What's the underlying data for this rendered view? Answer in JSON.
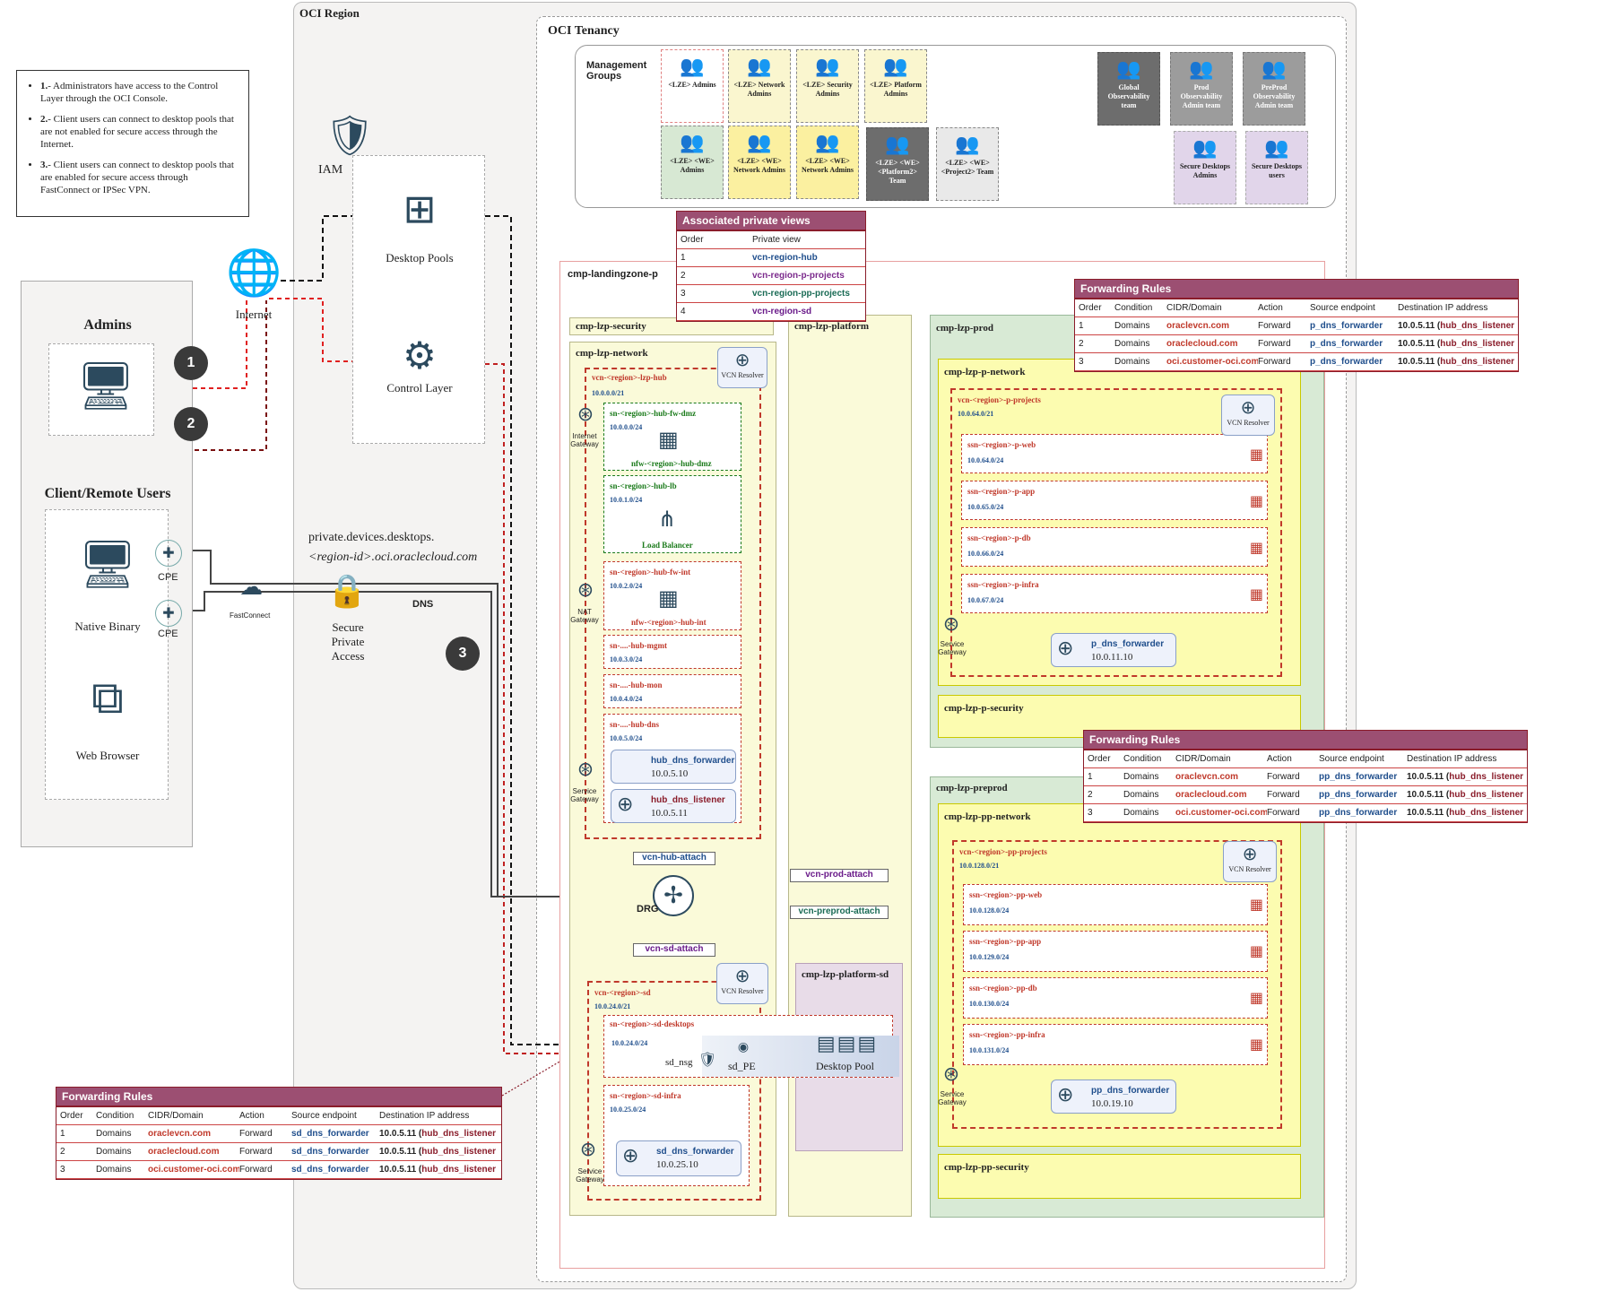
{
  "region": {
    "title": "OCI Region"
  },
  "tenancy": {
    "title": "OCI Tenancy"
  },
  "legend": [
    {
      "num": "1.",
      "text": "- Administrators have access to the Control Layer through the OCI Console."
    },
    {
      "num": "2.",
      "text": "- Client users can connect to desktop pools that are not enabled for secure access through the Internet."
    },
    {
      "num": "3.",
      "text": "- Client users can connect to desktop pools that are enabled for secure access through FastConnect or IPSec VPN."
    }
  ],
  "mgmt": {
    "title": "Management Groups",
    "groups": [
      {
        "label": "<LZE> Admins",
        "bg": "#ffffff",
        "border": "#e08080"
      },
      {
        "label": "<LZE> Network Admins",
        "bg": "#faf6cf",
        "border": "#888"
      },
      {
        "label": "<LZE> Security Admins",
        "bg": "#faf6cf",
        "border": "#888"
      },
      {
        "label": "<LZE> Platform Admins",
        "bg": "#faf6cf",
        "border": "#888"
      },
      {
        "label": "<LZE> <WE> Admins",
        "bg": "#d7e8d3",
        "border": "#888"
      },
      {
        "label": "<LZE> <WE> Network Admins",
        "bg": "#fbf0a0",
        "border": "#888"
      },
      {
        "label": "<LZE> <WE> Network Admins",
        "bg": "#fbf0a0",
        "border": "#888"
      },
      {
        "label": "<LZE> <WE> <Platform2> Team",
        "bg": "#6d6d6d",
        "border": "#555"
      },
      {
        "label": "<LZE> <WE> <Project2> Team",
        "bg": "#e9e9e9",
        "border": "#888"
      },
      {
        "label": "Global Observability team",
        "bg": "#6d6d6d",
        "border": "#555"
      },
      {
        "label": "Prod Observability Admin team",
        "bg": "#9c9c9c",
        "border": "#777"
      },
      {
        "label": "PreProd Observability Admin team",
        "bg": "#9c9c9c",
        "border": "#777"
      },
      {
        "label": "Secure Desktops Admins",
        "bg": "#e1d5ea",
        "border": "#aaa"
      },
      {
        "label": "Secure Desktops users",
        "bg": "#e1d5ea",
        "border": "#aaa"
      }
    ]
  },
  "privateViews": {
    "title": "Associated private views",
    "headers": [
      "Order",
      "Private view"
    ],
    "rows": [
      {
        "order": "1",
        "view": "vcn-region-hub",
        "color": "#1f4e8c"
      },
      {
        "order": "2",
        "view": "vcn-region-p-projects",
        "color": "#7b2a8c"
      },
      {
        "order": "3",
        "view": "vcn-region-pp-projects",
        "color": "#1a6b55"
      },
      {
        "order": "4",
        "view": "vcn-region-sd",
        "color": "#6a1b8a"
      }
    ]
  },
  "fwHeaders": [
    "Order",
    "Condition",
    "CIDR/Domain",
    "Action",
    "Source endpoint",
    "Destination IP address"
  ],
  "fwTitle": "Forwarding Rules",
  "fwProd": [
    {
      "order": "1",
      "cond": "Domains",
      "domain": "oraclevcn.com",
      "action": "Forward",
      "src": "p_dns_forwarder",
      "dst": "10.0.5.11",
      "dstName": "hub_dns_listener"
    },
    {
      "order": "2",
      "cond": "Domains",
      "domain": "oraclecloud.com",
      "action": "Forward",
      "src": "p_dns_forwarder",
      "dst": "10.0.5.11",
      "dstName": "hub_dns_listener"
    },
    {
      "order": "3",
      "cond": "Domains",
      "domain": "oci.customer-oci.com",
      "action": "Forward",
      "src": "p_dns_forwarder",
      "dst": "10.0.5.11",
      "dstName": "hub_dns_listener"
    }
  ],
  "fwPreprod": [
    {
      "order": "1",
      "cond": "Domains",
      "domain": "oraclevcn.com",
      "action": "Forward",
      "src": "pp_dns_forwarder",
      "dst": "10.0.5.11",
      "dstName": "hub_dns_listener"
    },
    {
      "order": "2",
      "cond": "Domains",
      "domain": "oraclecloud.com",
      "action": "Forward",
      "src": "pp_dns_forwarder",
      "dst": "10.0.5.11",
      "dstName": "hub_dns_listener"
    },
    {
      "order": "3",
      "cond": "Domains",
      "domain": "oci.customer-oci.com",
      "action": "Forward",
      "src": "pp_dns_forwarder",
      "dst": "10.0.5.11",
      "dstName": "hub_dns_listener"
    }
  ],
  "fwSd": [
    {
      "order": "1",
      "cond": "Domains",
      "domain": "oraclevcn.com",
      "action": "Forward",
      "src": "sd_dns_forwarder",
      "dst": "10.0.5.11",
      "dstName": "hub_dns_listener"
    },
    {
      "order": "2",
      "cond": "Domains",
      "domain": "oraclecloud.com",
      "action": "Forward",
      "src": "sd_dns_forwarder",
      "dst": "10.0.5.11",
      "dstName": "hub_dns_listener"
    },
    {
      "order": "3",
      "cond": "Domains",
      "domain": "oci.customer-oci.com",
      "action": "Forward",
      "src": "sd_dns_forwarder",
      "dst": "10.0.5.11",
      "dstName": "hub_dns_listener"
    }
  ],
  "left": {
    "admins": "Admins",
    "clients": "Client/Remote Users",
    "nativeBinary": "Native Binary",
    "webBrowser": "Web Browser",
    "internet": "Internet",
    "iam": "IAM",
    "desktopPools": "Desktop Pools",
    "controlLayer": "Control Layer",
    "cpe": "CPE",
    "fastconnect": "FastConnect",
    "spa": "Secure Private Access",
    "dns": "DNS",
    "endpoint1": "private.devices.desktops.",
    "endpoint2": "<region-id>.oci.oraclecloud.com",
    "n1": "1",
    "n2": "2",
    "n3": "3"
  },
  "lz": {
    "title": "cmp-landingzone-p",
    "security": "cmp-lzp-security",
    "platform": "cmp-lzp-platform",
    "prod": "cmp-lzp-prod",
    "preprod": "cmp-lzp-preprod",
    "network": "cmp-lzp-network",
    "platformSd": "cmp-lzp-platform-sd",
    "pNetwork": "cmp-lzp-p-network",
    "pSecurity": "cmp-lzp-p-security",
    "ppNetwork": "cmp-lzp-pp-network",
    "ppSecurity": "cmp-lzp-pp-security"
  },
  "hub": {
    "vcn": "vcn-<region>-lzp-hub",
    "cidr": "10.0.0.0/21",
    "fwdmz": "sn-<region>-hub-fw-dmz",
    "fwdmzCidr": "10.0.0.0/24",
    "nfwDmz": "nfw-<region>-hub-dmz",
    "lb": "sn-<region>-hub-lb",
    "lbCidr": "10.0.1.0/24",
    "lbName": "Load Balancer",
    "fwint": "sn-<region>-hub-fw-int",
    "fwintCidr": "10.0.2.0/24",
    "nfwInt": "nfw-<region>-hub-int",
    "mgmt": "sn-....-hub-mgmt",
    "mgmtCidr": "10.0.3.0/24",
    "mon": "sn-....-hub-mon",
    "monCidr": "10.0.4.0/24",
    "dns": "sn-....-hub-dns",
    "dnsCidr": "10.0.5.0/24",
    "fwdName": "hub_dns_forwarder",
    "fwdIp": "10.0.5.10",
    "lstName": "hub_dns_listener",
    "lstIp": "10.0.5.11",
    "igw": "Internet Gateway",
    "nat": "NAT Gateway",
    "sgw": "Service Gateway",
    "resolver": "VCN Resolver"
  },
  "attach": {
    "hub": "vcn-hub-attach",
    "prod": "vcn-prod-attach",
    "preprod": "vcn-preprod-attach",
    "sd": "vcn-sd-attach",
    "drg": "DRG"
  },
  "sd": {
    "vcn": "vcn-<region>-sd",
    "cidr": "10.0.24.0/21",
    "desk": "sn-<region>-sd-desktops",
    "deskCidr": "10.0.24.0/24",
    "nsg": "sd_nsg",
    "pe": "sd_PE",
    "pool": "Desktop Pool",
    "infra": "sn-<region>-sd-infra",
    "infraCidr": "10.0.25.0/24",
    "fwdName": "sd_dns_forwarder",
    "fwdIp": "10.0.25.10",
    "sgw": "Service Gateway",
    "resolver": "VCN Resolver"
  },
  "p": {
    "vcn": "vcn-<region>-p-projects",
    "cidr": "10.0.64.0/21",
    "subs": [
      {
        "name": "ssn-<region>-p-web",
        "cidr": "10.0.64.0/24"
      },
      {
        "name": "ssn-<region>-p-app",
        "cidr": "10.0.65.0/24"
      },
      {
        "name": "ssn-<region>-p-db",
        "cidr": "10.0.66.0/24"
      },
      {
        "name": "ssn-<region>-p-infra",
        "cidr": "10.0.67.0/24"
      }
    ],
    "fwdName": "p_dns_forwarder",
    "fwdIp": "10.0.11.10",
    "sgw": "Service Gateway",
    "resolver": "VCN Resolver"
  },
  "pp": {
    "vcn": "vcn-<region>-pp-projects",
    "cidr": "10.0.128.0/21",
    "subs": [
      {
        "name": "ssn-<region>-pp-web",
        "cidr": "10.0.128.0/24"
      },
      {
        "name": "ssn-<region>-pp-app",
        "cidr": "10.0.129.0/24"
      },
      {
        "name": "ssn-<region>-pp-db",
        "cidr": "10.0.130.0/24"
      },
      {
        "name": "ssn-<region>-pp-infra",
        "cidr": "10.0.131.0/24"
      }
    ],
    "fwdName": "pp_dns_forwarder",
    "fwdIp": "10.0.19.10",
    "sgw": "Service Gateway",
    "resolver": "VCN Resolver"
  }
}
